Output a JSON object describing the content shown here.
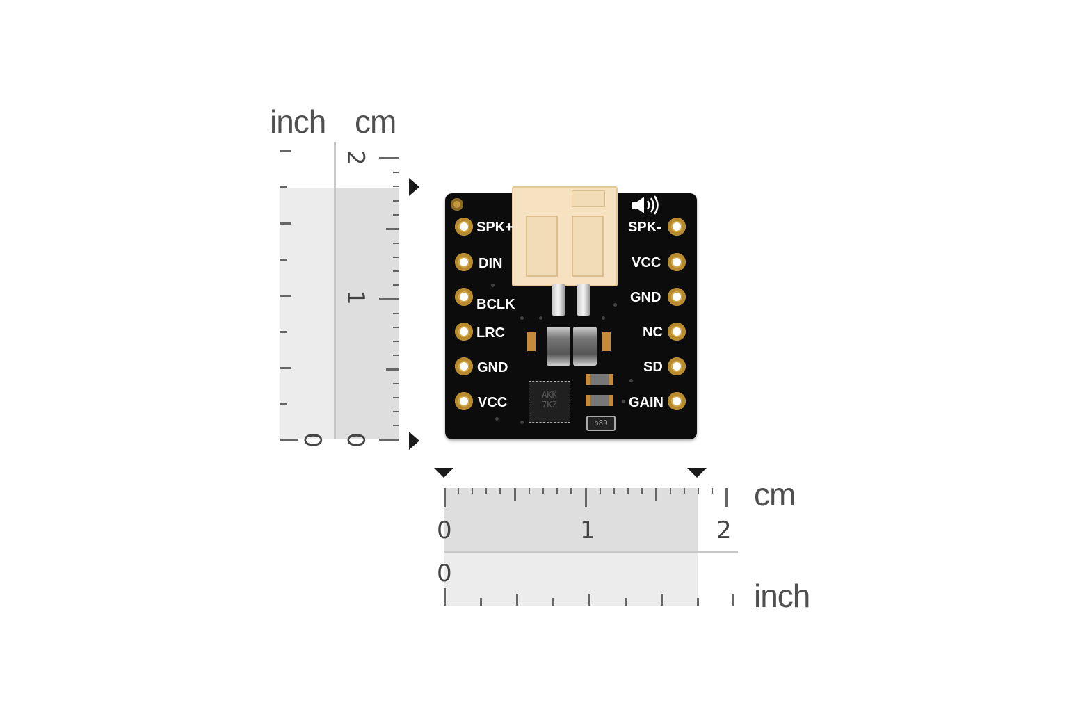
{
  "vertical_ruler": {
    "unit_left": "inch",
    "unit_right": "cm",
    "cm_labels": [
      "2",
      "1",
      "0"
    ],
    "inch_label": "0"
  },
  "horizontal_ruler": {
    "unit_top": "cm",
    "unit_bottom": "inch",
    "cm_labels": [
      "0",
      "1",
      "2"
    ],
    "inch_label": "0"
  },
  "board": {
    "left_pins": [
      "SPK+",
      "DIN",
      "BCLK",
      "LRC",
      "GND",
      "VCC"
    ],
    "right_pins": [
      "SPK-",
      "VCC",
      "GND",
      "NC",
      "SD",
      "GAIN"
    ],
    "chip_marking_line1": "AKK",
    "chip_marking_line2": "7KZ",
    "resistor_marking": "h89"
  }
}
